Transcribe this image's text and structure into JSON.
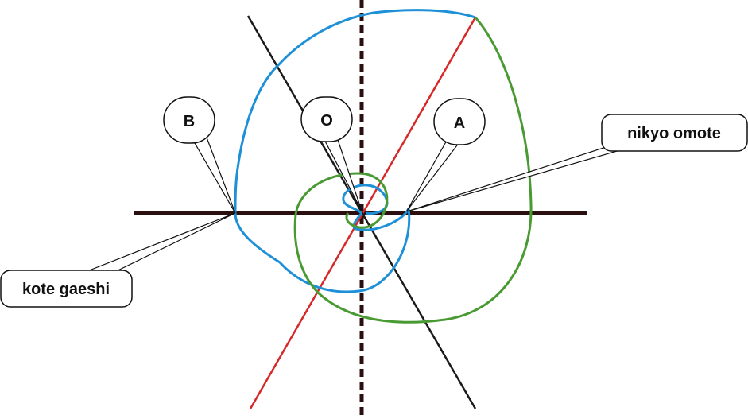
{
  "labels": {
    "o": "O",
    "a": "A",
    "b": "B",
    "nikyo": "nikyo omote",
    "kote": "kote gaeshi"
  },
  "colors": {
    "blue_spiral": "#1e90d8",
    "green_spiral": "#4a9a34",
    "red_line": "#d62828",
    "black_line": "#1a1a1a",
    "axis": "#2b0f0f",
    "callout_stroke": "#111111",
    "callout_fill": "#ffffff"
  }
}
